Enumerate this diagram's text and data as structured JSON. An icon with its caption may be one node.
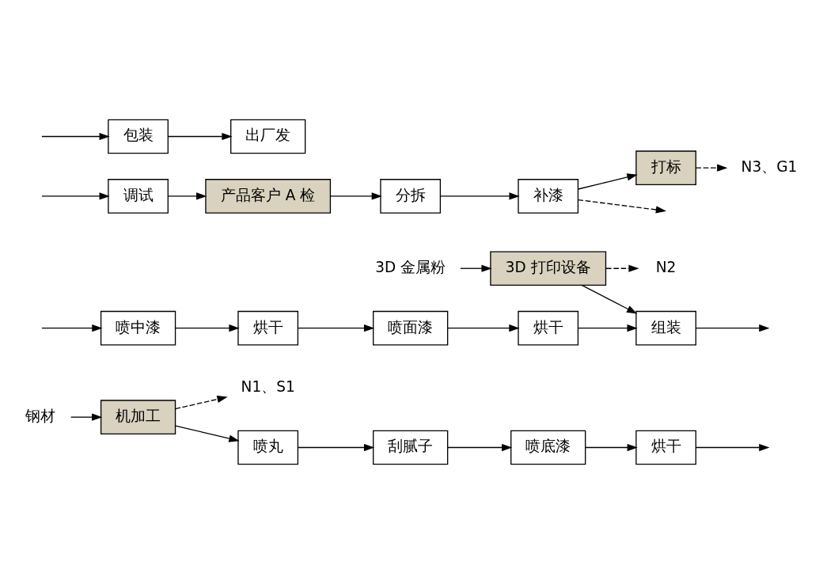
{
  "diagram": {
    "nodes": [
      {
        "text": [
          "钢材"
        ]
      },
      {
        "text": [
          "机加工"
        ]
      },
      {
        "text": [
          "N1、S1"
        ]
      },
      {
        "text": [
          "喷丸"
        ]
      },
      {
        "text": [
          "刮腻子"
        ]
      },
      {
        "text": [
          "喷底漆"
        ]
      },
      {
        "text": [
          "烘干"
        ]
      },
      {
        "text": [
          "喷中漆"
        ]
      },
      {
        "text": [
          "烘干"
        ]
      },
      {
        "text": [
          "喷面漆"
        ]
      },
      {
        "text": [
          "烘干"
        ]
      },
      {
        "text": [
          "3D 金属粉"
        ]
      },
      {
        "text": [
          "3D 打印设备"
        ]
      },
      {
        "text": [
          "N2"
        ]
      },
      {
        "text": [
          "组装"
        ]
      },
      {
        "text": [
          "调试"
        ]
      },
      {
        "text": [
          "产品客户 A 检"
        ]
      },
      {
        "text": [
          "分拆"
        ]
      },
      {
        "text": [
          "补漆"
        ]
      },
      {
        "text": [
          "打标"
        ]
      },
      {
        "text": [
          "N3、G1"
        ]
      },
      {
        "text": [
          "包装"
        ]
      },
      {
        "text": [
          "出厂发"
        ]
      }
    ],
    "edges": [
      {
        "from": 0,
        "to": 1,
        "arrow": "to"
      },
      {
        "from": 1,
        "to": 2,
        "arrow": "to",
        "style": "dashed"
      },
      {
        "from": 1,
        "to": 3,
        "arrow": "to"
      },
      {
        "from": 3,
        "to": 4,
        "arrow": "to"
      },
      {
        "from": 4,
        "to": 5,
        "arrow": "to"
      },
      {
        "from": 5,
        "to": 6,
        "arrow": "to"
      },
      {
        "from": 6,
        "to": null,
        "arrow": "to"
      },
      {
        "from": null,
        "to": 7,
        "arrow": "to"
      },
      {
        "from": 7,
        "to": 8,
        "arrow": "to"
      },
      {
        "from": 8,
        "to": 9,
        "arrow": "to"
      },
      {
        "from": 9,
        "to": 10,
        "arrow": "to"
      },
      {
        "from": 10,
        "to": 14,
        "arrow": "to"
      },
      {
        "from": 11,
        "to": 12,
        "arrow": "to"
      },
      {
        "from": 12,
        "to": 13,
        "arrow": "to",
        "style": "dashed"
      },
      {
        "from": 12,
        "to": 14,
        "arrow": "to"
      },
      {
        "from": 14,
        "to": null,
        "arrow": "to"
      },
      {
        "from": null,
        "to": 15,
        "arrow": "to"
      },
      {
        "from": 15,
        "to": 16,
        "arrow": "to"
      },
      {
        "from": 16,
        "to": 17,
        "arrow": "to"
      },
      {
        "from": 17,
        "to": 18,
        "arrow": "to"
      },
      {
        "from": 18,
        "to": 19,
        "arrow": "to"
      },
      {
        "from": 18,
        "to": null,
        "arrow": "to",
        "style": "dashed"
      },
      {
        "from": 19,
        "to": 20,
        "arrow": "to",
        "style": "dashed"
      },
      {
        "from": null,
        "to": 21,
        "arrow": "to"
      },
      {
        "from": 21,
        "to": 22,
        "arrow": "to"
      }
    ]
  }
}
